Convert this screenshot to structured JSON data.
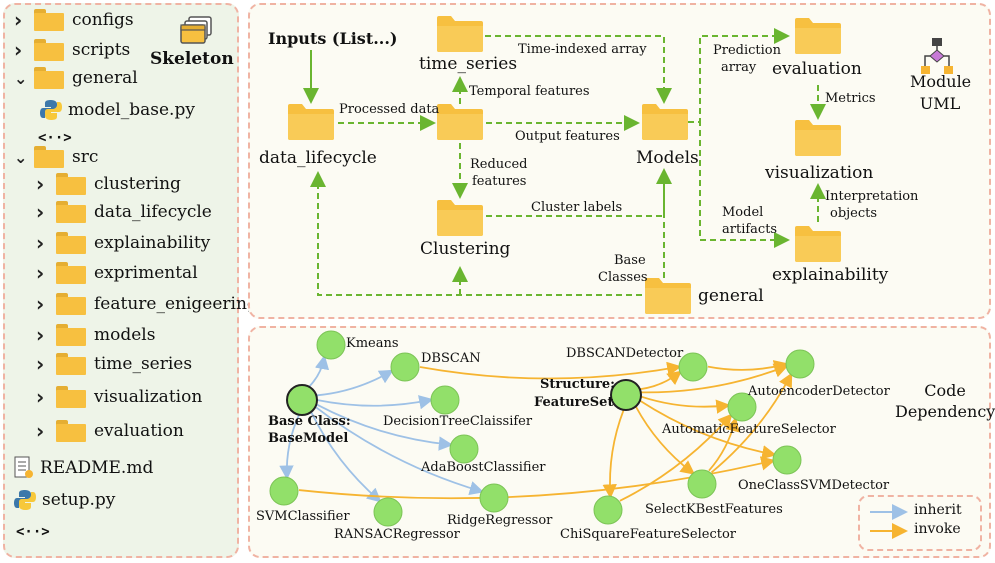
{
  "skeleton": {
    "title": "Skeleton",
    "tree": [
      {
        "label": "configs",
        "chev": ">",
        "kind": "folder"
      },
      {
        "label": "scripts",
        "chev": ">",
        "kind": "folder"
      },
      {
        "label": "general",
        "chev": "v",
        "kind": "folder"
      },
      {
        "label": "model_base.py",
        "chev": "",
        "kind": "python"
      },
      {
        "label": "<··>",
        "chev": "",
        "kind": "ellipsis"
      },
      {
        "label": "src",
        "chev": "v",
        "kind": "folder"
      },
      {
        "label": "clustering",
        "chev": ">",
        "kind": "folder"
      },
      {
        "label": "data_lifecycle",
        "chev": ">",
        "kind": "folder"
      },
      {
        "label": "explainability",
        "chev": ">",
        "kind": "folder"
      },
      {
        "label": "exprimental",
        "chev": ">",
        "kind": "folder"
      },
      {
        "label": "feature_enigeering",
        "chev": ">",
        "kind": "folder"
      },
      {
        "label": "models",
        "chev": ">",
        "kind": "folder"
      },
      {
        "label": "time_series",
        "chev": ">",
        "kind": "folder"
      },
      {
        "label": "visualization",
        "chev": ">",
        "kind": "folder"
      },
      {
        "label": "evaluation",
        "chev": ">",
        "kind": "folder"
      },
      {
        "label": "README.md",
        "chev": "",
        "kind": "doc"
      },
      {
        "label": "setup.py",
        "chev": "",
        "kind": "python"
      },
      {
        "label": "<··>",
        "chev": "",
        "kind": "ellipsis"
      }
    ]
  },
  "uml": {
    "title_line1": "Module",
    "title_line2": "UML",
    "inputs": "Inputs (List...)",
    "modules": {
      "data_lifecycle": "data_lifecycle",
      "time_series": "time_series",
      "clustering": "Clustering",
      "models": "Models",
      "evaluation": "evaluation",
      "visualization": "visualization",
      "explainability": "explainability",
      "general": "general"
    },
    "edge_labels": {
      "processed": "Processed data",
      "temporal": "Temporal features",
      "time_indexed": "Time-indexed array",
      "output": "Output features",
      "reduced1": "Reduced",
      "reduced2": "features",
      "cluster": "Cluster labels",
      "prediction1": "Prediction",
      "prediction2": "array",
      "metrics": "Metrics",
      "model_art1": "Model",
      "model_art2": "artifacts",
      "interp1": "Interpretation",
      "interp2": "objects",
      "base1": "Base",
      "base2": "Classes"
    }
  },
  "dependency": {
    "title_line1": "Code",
    "title_line2": "Dependency",
    "base_line1": "Base Class:",
    "base_line2": "BaseModel",
    "struct_line1": "Structure:",
    "struct_line2": "FeatureSet",
    "nodes": {
      "kmeans": "Kmeans",
      "dbscan": "DBSCAN",
      "dtree": "DecisionTreeClaissifer",
      "adaboost": "AdaBoostClassifier",
      "svm": "SVMClassifier",
      "ransac": "RANSACRegressor",
      "ridge": "RidgeRegressor",
      "dbscan_det": "DBSCANDetector",
      "autoenc": "AutoencoderDetector",
      "autofeat": "AutomaticFeatureSelector",
      "ocsvm": "OneClassSVMDetector",
      "kbest": "SelectKBestFeatures",
      "chisq": "ChiSquareFeatureSelector"
    },
    "legend": {
      "inherit": "inherit",
      "invoke": "invoke"
    }
  },
  "colors": {
    "folder": "#f7c040",
    "green_dashed": "#6ab530",
    "node_fill": "#92e06a",
    "inherit": "#9ec1e6",
    "invoke": "#f6b431",
    "panel_border": "#f0b3a3"
  }
}
